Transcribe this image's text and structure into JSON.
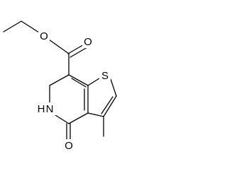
{
  "molecule": {
    "atoms": {
      "ester_o": "O",
      "carbonyl_o_top": "O",
      "thiophene_s": "S",
      "ring_nh": "H",
      "ring_n": "N",
      "lactam_o": "O"
    }
  }
}
